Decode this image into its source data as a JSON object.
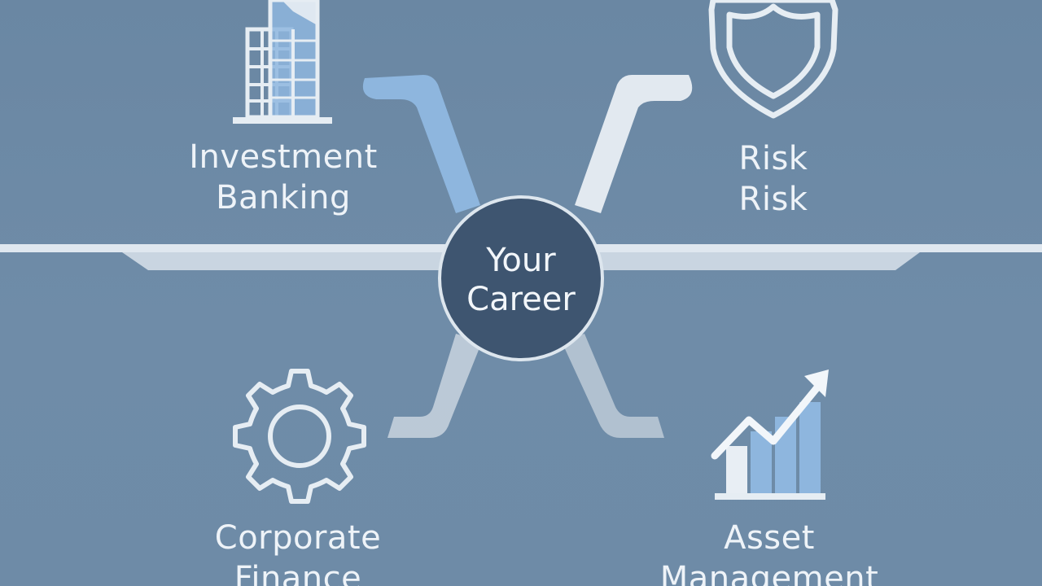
{
  "center": {
    "line1": "Your",
    "line2": "Career"
  },
  "branches": [
    {
      "id": "investment-banking",
      "line1": "Investment",
      "line2": "Banking",
      "icon": "building-icon"
    },
    {
      "id": "risk",
      "line1": "Risk",
      "line2": "Risk",
      "icon": "shield-icon"
    },
    {
      "id": "corporate-finance",
      "line1": "Corporate",
      "line2": "Finance",
      "icon": "gear-icon"
    },
    {
      "id": "asset-management",
      "line1": "Asset",
      "line2": "Management",
      "icon": "growth-chart-icon"
    }
  ],
  "colors": {
    "background": "#6d8aa6",
    "center_circle": "#3e5570",
    "light": "#dde6ee",
    "accent_blue": "#8eb6de"
  }
}
